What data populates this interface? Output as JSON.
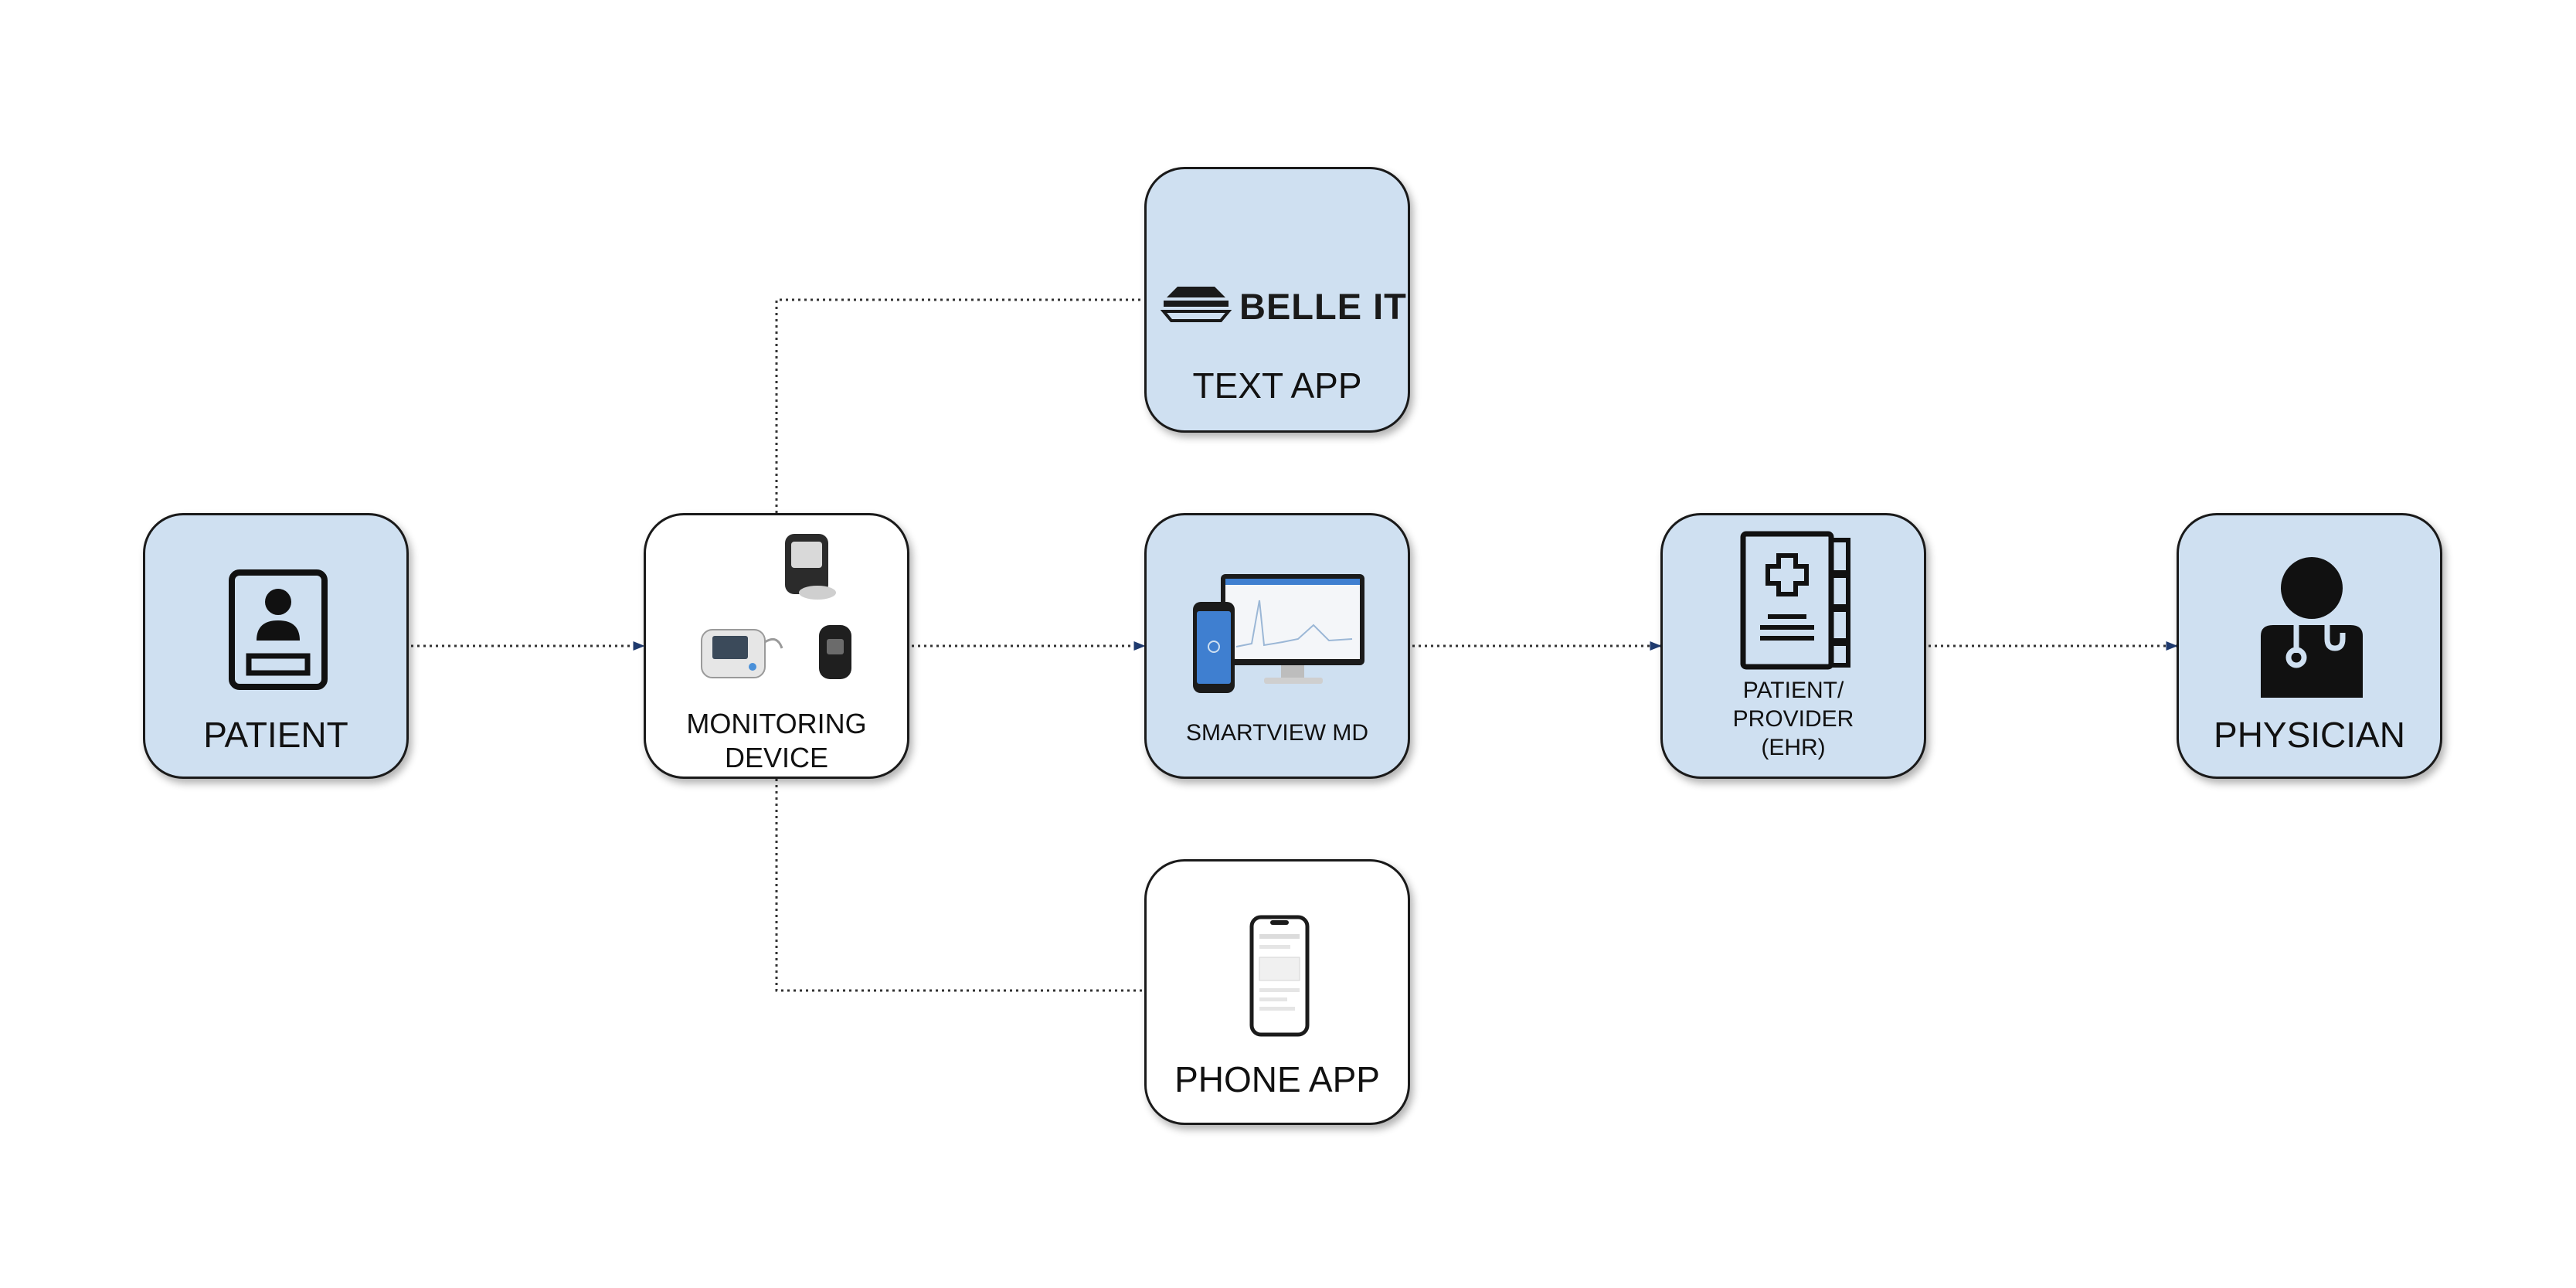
{
  "diagram": {
    "nodes": {
      "patient": {
        "label": "PATIENT",
        "icon": "patient-id-card-icon"
      },
      "monitoring_device": {
        "label": "MONITORING\nDEVICE",
        "icon": "monitoring-devices-icon"
      },
      "text_app": {
        "label": "TEXT APP",
        "logo_text": "BELLE IT",
        "icon": "belle-it-logo"
      },
      "smartview": {
        "label": "SMARTVIEW MD",
        "icon": "phone-and-monitor-icon"
      },
      "phone_app": {
        "label": "PHONE APP",
        "icon": "smartphone-icon"
      },
      "ehr": {
        "label": "PATIENT/\nPROVIDER\n(EHR)",
        "icon": "medical-record-icon"
      },
      "physician": {
        "label": "PHYSICIAN",
        "icon": "physician-icon"
      }
    },
    "edges": [
      {
        "from": "patient",
        "to": "monitoring_device",
        "style": "dotted",
        "arrow": true
      },
      {
        "from": "monitoring_device",
        "to": "smartview",
        "style": "dotted",
        "arrow": true
      },
      {
        "from": "monitoring_device",
        "to": "text_app",
        "style": "dotted",
        "arrow": false
      },
      {
        "from": "monitoring_device",
        "to": "phone_app",
        "style": "dotted",
        "arrow": false
      },
      {
        "from": "smartview",
        "to": "ehr",
        "style": "dotted",
        "arrow": true
      },
      {
        "from": "ehr",
        "to": "physician",
        "style": "dotted",
        "arrow": true
      }
    ],
    "colors": {
      "node_fill_blue": "#cfe0f1",
      "node_fill_white": "#ffffff",
      "node_border": "#1a1a1a",
      "connector": "#333333",
      "arrowhead": "#1f3a6e"
    }
  }
}
